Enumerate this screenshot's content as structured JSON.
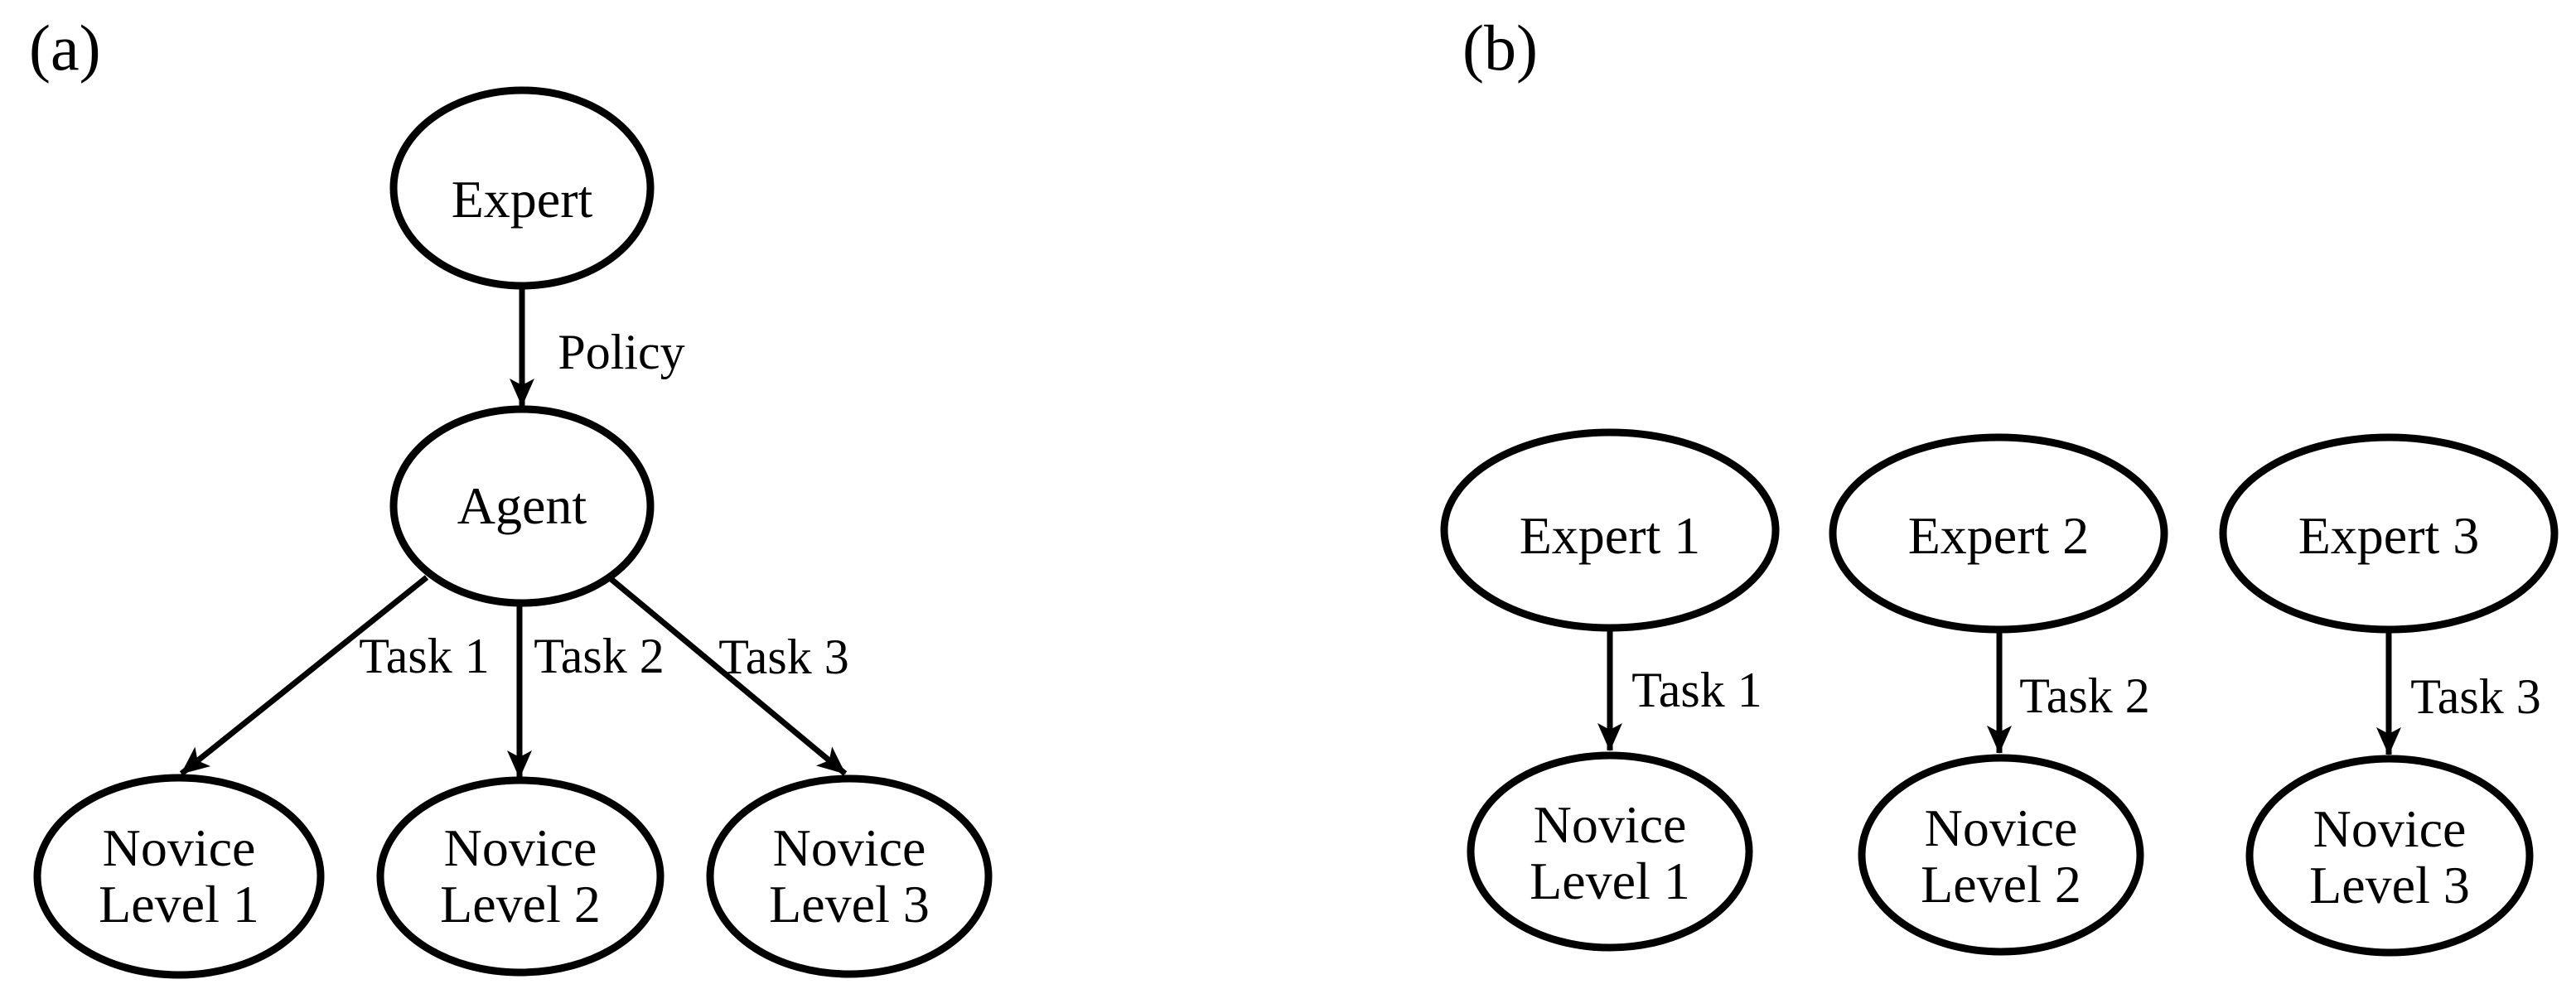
{
  "meta": {
    "background_color": "#ffffff",
    "ink_color": "#000000",
    "figure_type": "two-panel node-edge diagram"
  },
  "panel_a": {
    "label": "(a)",
    "expert": "Expert",
    "agent": "Agent",
    "policy_label": "Policy",
    "task_labels": [
      "Task 1",
      "Task 2",
      "Task 3"
    ],
    "novices": [
      {
        "line1": "Novice",
        "line2": "Level 1"
      },
      {
        "line1": "Novice",
        "line2": "Level 2"
      },
      {
        "line1": "Novice",
        "line2": "Level 3"
      }
    ]
  },
  "panel_b": {
    "label": "(b)",
    "columns": [
      {
        "expert": "Expert 1",
        "task_label": "Task 1",
        "novice_line1": "Novice",
        "novice_line2": "Level 1"
      },
      {
        "expert": "Expert 2",
        "task_label": "Task 2",
        "novice_line1": "Novice",
        "novice_line2": "Level 2"
      },
      {
        "expert": "Expert 3",
        "task_label": "Task 3",
        "novice_line1": "Novice",
        "novice_line2": "Level 3"
      }
    ]
  }
}
